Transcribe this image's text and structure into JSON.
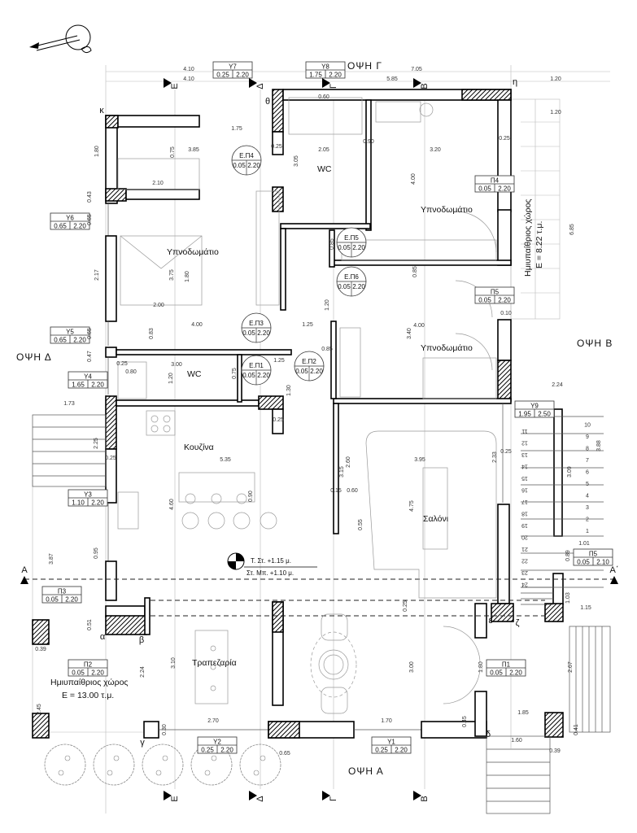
{
  "rooms": {
    "bedroom_nw": "Υπνοδωμάτιο",
    "bedroom_ne": "Υπνοδωμάτιο",
    "bedroom_e": "Υπνοδωμάτιο",
    "wc_north": "WC",
    "wc_west": "WC",
    "kitchen": "Κουζίνα",
    "living": "Σαλόνι",
    "dining": "Τραπεζαρία"
  },
  "elevations": {
    "north": "ΟΨΗ Γ",
    "east": "ΟΨΗ Β",
    "west": "ΟΨΗ Δ",
    "south": "ΟΨΗ Α"
  },
  "semi_outdoor": [
    {
      "label": "Ημιυπαίθριος χώρος",
      "area": "Ε = 8.22 τ.μ."
    },
    {
      "label": "Ημιυπαίθριος χώρος",
      "area": "Ε = 13.00 τ.μ."
    }
  ],
  "levels": {
    "finished_floor": "Τ. Στ. +1.15 μ.",
    "entrance_level": "Στ. Μπ. +1.10 μ."
  },
  "tags": [
    {
      "name": "Y7",
      "w": "0.25",
      "h": "2.20"
    },
    {
      "name": "Y8",
      "w": "1.75",
      "h": "2.20"
    },
    {
      "name": "Y6",
      "w": "0.65",
      "h": "2.20"
    },
    {
      "name": "Y5",
      "w": "0.65",
      "h": "2.20"
    },
    {
      "name": "Y4",
      "w": "1.65",
      "h": "2.20"
    },
    {
      "name": "Y3",
      "w": "1.10",
      "h": "2.20"
    },
    {
      "name": "Π3",
      "w": "0.05",
      "h": "2.20"
    },
    {
      "name": "Π2",
      "w": "0.05",
      "h": "2.20"
    },
    {
      "name": "Y2",
      "w": "0.25",
      "h": "2.20"
    },
    {
      "name": "Y1",
      "w": "0.25",
      "h": "2.20"
    },
    {
      "name": "Π1",
      "w": "0.05",
      "h": "2.20"
    },
    {
      "name": "Π5",
      "w": "0.05",
      "h": "2.10"
    },
    {
      "name": "Y9",
      "w": "1.95",
      "h": "2.50"
    },
    {
      "name": "Π4",
      "w": "0.05",
      "h": "2.20"
    },
    {
      "name": "Π5",
      "w": "0.05",
      "h": "2.20"
    }
  ],
  "circle_tags": [
    {
      "name": "Ε.Π4",
      "w": "0.05",
      "h": "2.20"
    },
    {
      "name": "Ε.Π5",
      "w": "0.05",
      "h": "2.20"
    },
    {
      "name": "Ε.Π6",
      "w": "0.05",
      "h": "2.20"
    },
    {
      "name": "Ε.Π3",
      "w": "0.05",
      "h": "2.20"
    },
    {
      "name": "Ε.Π1",
      "w": "0.05",
      "h": "2.20"
    },
    {
      "name": "Ε.Π2",
      "w": "0.05",
      "h": "2.20"
    }
  ],
  "dims": [
    "4.10",
    "4.10",
    "7.05",
    "5.85",
    "1.20",
    "1.20",
    "6.85",
    "1.75",
    "3.85",
    "0.75",
    "2.10",
    "1.80",
    "0.43",
    "0.65",
    "2.17",
    "3.75",
    "1.80",
    "2.00",
    "4.00",
    "0.83",
    "0.65",
    "0.47",
    "3.00",
    "0.80",
    "1.20",
    "1.25",
    "1.30",
    "0.75",
    "1.25",
    "0.85",
    "2.05",
    "3.05",
    "3.20",
    "4.00",
    "0.60",
    "0.25",
    "3.40",
    "4.00",
    "2.24",
    "3.88",
    "3.09",
    "1.01",
    "1.73",
    "2.25",
    "5.35",
    "4.60",
    "0.90",
    "3.15",
    "2.60",
    "3.95",
    "4.75",
    "2.33",
    "0.55",
    "3.87",
    "0.95",
    "0.51",
    "0.39",
    "2.45",
    "2.24",
    "3.10",
    "2.70",
    "1.70",
    "3.00",
    "1.80",
    "0.45",
    "1.85",
    "1.60",
    "0.39",
    "0.41",
    "2.67",
    "1.15",
    "1.03",
    "0.89",
    "0.65",
    "0.30",
    "0.25",
    "0.25",
    "0.15",
    "0.60",
    "0.25",
    "0.25",
    "0.25",
    "0.25",
    "0.10",
    "0.90",
    "1.20",
    "0.85",
    "0.85"
  ],
  "points": [
    "κ",
    "θ",
    "η",
    "α",
    "β",
    "γ",
    "δ",
    "ε",
    "ζ"
  ],
  "sections": [
    "Ε",
    "Δ",
    "Γ",
    "Β",
    "Ε",
    "Δ",
    "Γ",
    "Β",
    "Α",
    "Α΄"
  ],
  "stairs_up": [
    "1",
    "2",
    "3",
    "4",
    "5",
    "6",
    "7",
    "8",
    "9",
    "10"
  ],
  "stairs_down": [
    "11",
    "12",
    "13",
    "14",
    "15",
    "16",
    "17",
    "18",
    "19",
    "20",
    "21",
    "22",
    "23",
    "24"
  ]
}
